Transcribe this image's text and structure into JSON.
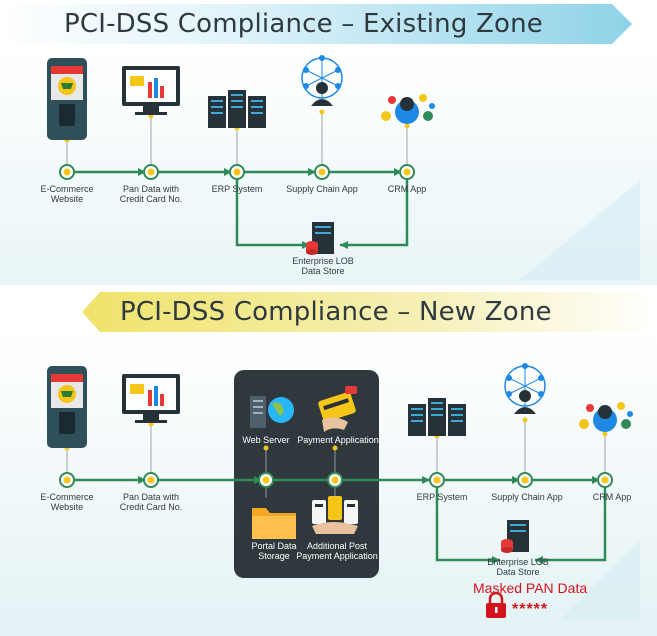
{
  "existing_zone": {
    "title": "PCI-DSS Compliance – Existing Zone",
    "nodes": {
      "ecommerce": "E-Commerce\nWebsite",
      "pan": "Pan Data with\nCredit Card No.",
      "erp": "ERP System",
      "supply": "Supply Chain App",
      "crm": "CRM App",
      "lob": "Enterprise LOB\nData Store"
    }
  },
  "new_zone": {
    "title": "PCI-DSS Compliance – New Zone",
    "nodes": {
      "ecommerce": "E-Commerce\nWebsite",
      "pan": "Pan Data with\nCredit Card No.",
      "web_server": "Web Server",
      "payment_app": "Payment Application",
      "portal_storage": "Portal Data\nStorage",
      "post_payment": "Additional Post\nPayment Application",
      "erp": "ERP System",
      "supply": "Supply Chain App",
      "crm": "CRM App",
      "lob": "Enterprise LOB\nData Store"
    },
    "masked_label": "Masked PAN Data",
    "masked_value": "*****"
  },
  "colors": {
    "line_green": "#2e8b57",
    "node_yellow": "#f5c518",
    "banner_teal": "#8fd3e8",
    "banner_yellow": "#f3ec9a",
    "dark_box": "#2f383d",
    "accent_red": "#d4141c"
  }
}
